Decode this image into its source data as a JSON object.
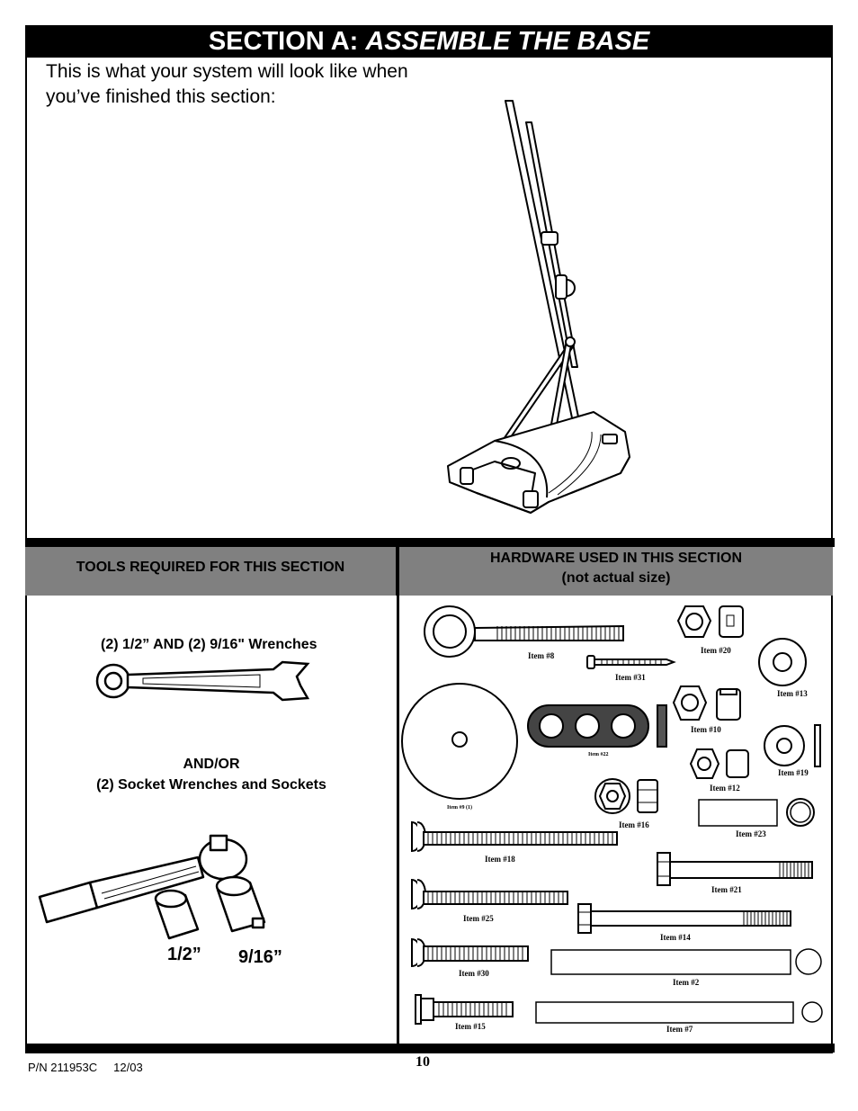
{
  "section": {
    "prefix": "SECTION A:",
    "title": "ASSEMBLE THE BASE"
  },
  "intro_text": "This is what your system will look like when you’ve finished this section:",
  "tools": {
    "header": "TOOLS REQUIRED FOR THIS SECTION",
    "wrenches_label": "(2) 1/2” AND (2) 9/16\" Wrenches",
    "andor_label": "AND/OR",
    "socket_label": "(2) Socket Wrenches and Sockets",
    "size_small": "1/2”",
    "size_large": "9/16”"
  },
  "hardware": {
    "header_line1": "HARDWARE USED IN THIS SECTION",
    "header_line2": "(not actual size)",
    "items": {
      "item8": "Item #8",
      "item20": "Item #20",
      "item31": "Item #31",
      "item13": "Item #13",
      "item10": "Item #10",
      "item22": "Item #22",
      "item19": "Item #19",
      "item12": "Item #12",
      "item9": "Item #9 (1)",
      "item16": "Item #16",
      "item23": "Item #23",
      "item18": "Item #18",
      "item21": "Item #21",
      "item25": "Item #25",
      "item14": "Item #14",
      "item30": "Item #30",
      "item2": "Item #2",
      "item15": "Item #15",
      "item7": "Item #7"
    }
  },
  "footer": {
    "part_number": "P/N 211953C",
    "date": "12/03",
    "page_number": "10"
  }
}
